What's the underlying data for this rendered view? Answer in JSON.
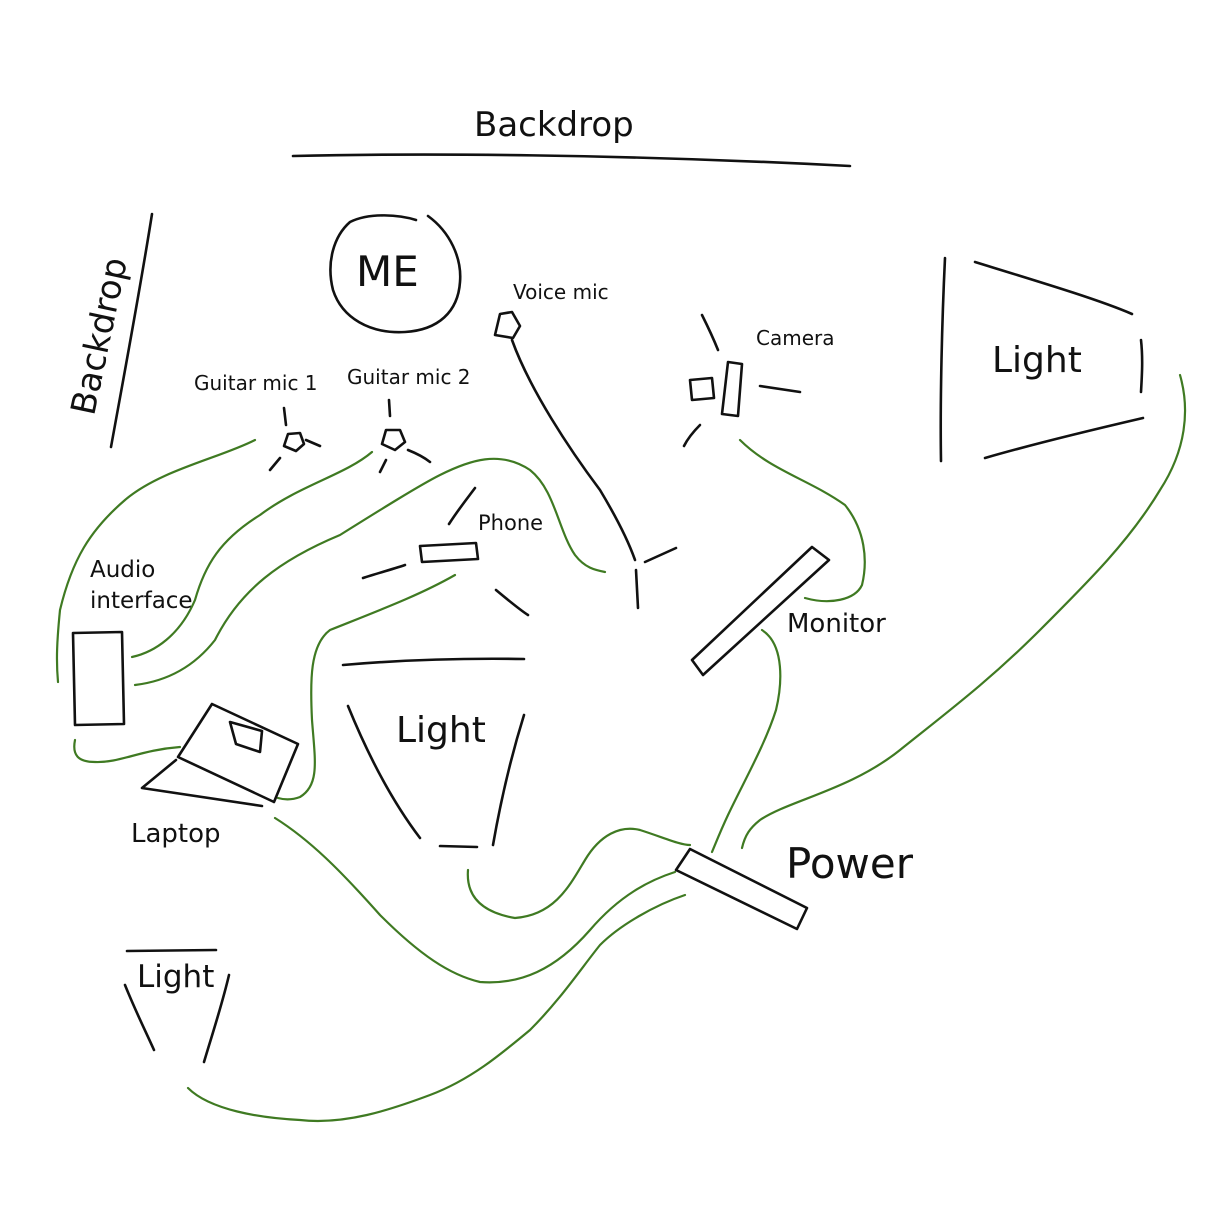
{
  "colors": {
    "ink": "#111111",
    "cable": "#3f7a22",
    "background": "#ffffff"
  },
  "labels": {
    "backdrop_top": "Backdrop",
    "backdrop_left": "Backdrop",
    "me": "ME",
    "voice_mic": "Voice mic",
    "camera": "Camera",
    "light_right": "Light",
    "guitar_mic_1": "Guitar mic 1",
    "guitar_mic_2": "Guitar mic 2",
    "phone": "Phone",
    "audio_interface_line1": "Audio",
    "audio_interface_line2": "interface",
    "monitor": "Monitor",
    "light_center": "Light",
    "laptop": "Laptop",
    "power": "Power",
    "light_bottom_left": "Light"
  }
}
